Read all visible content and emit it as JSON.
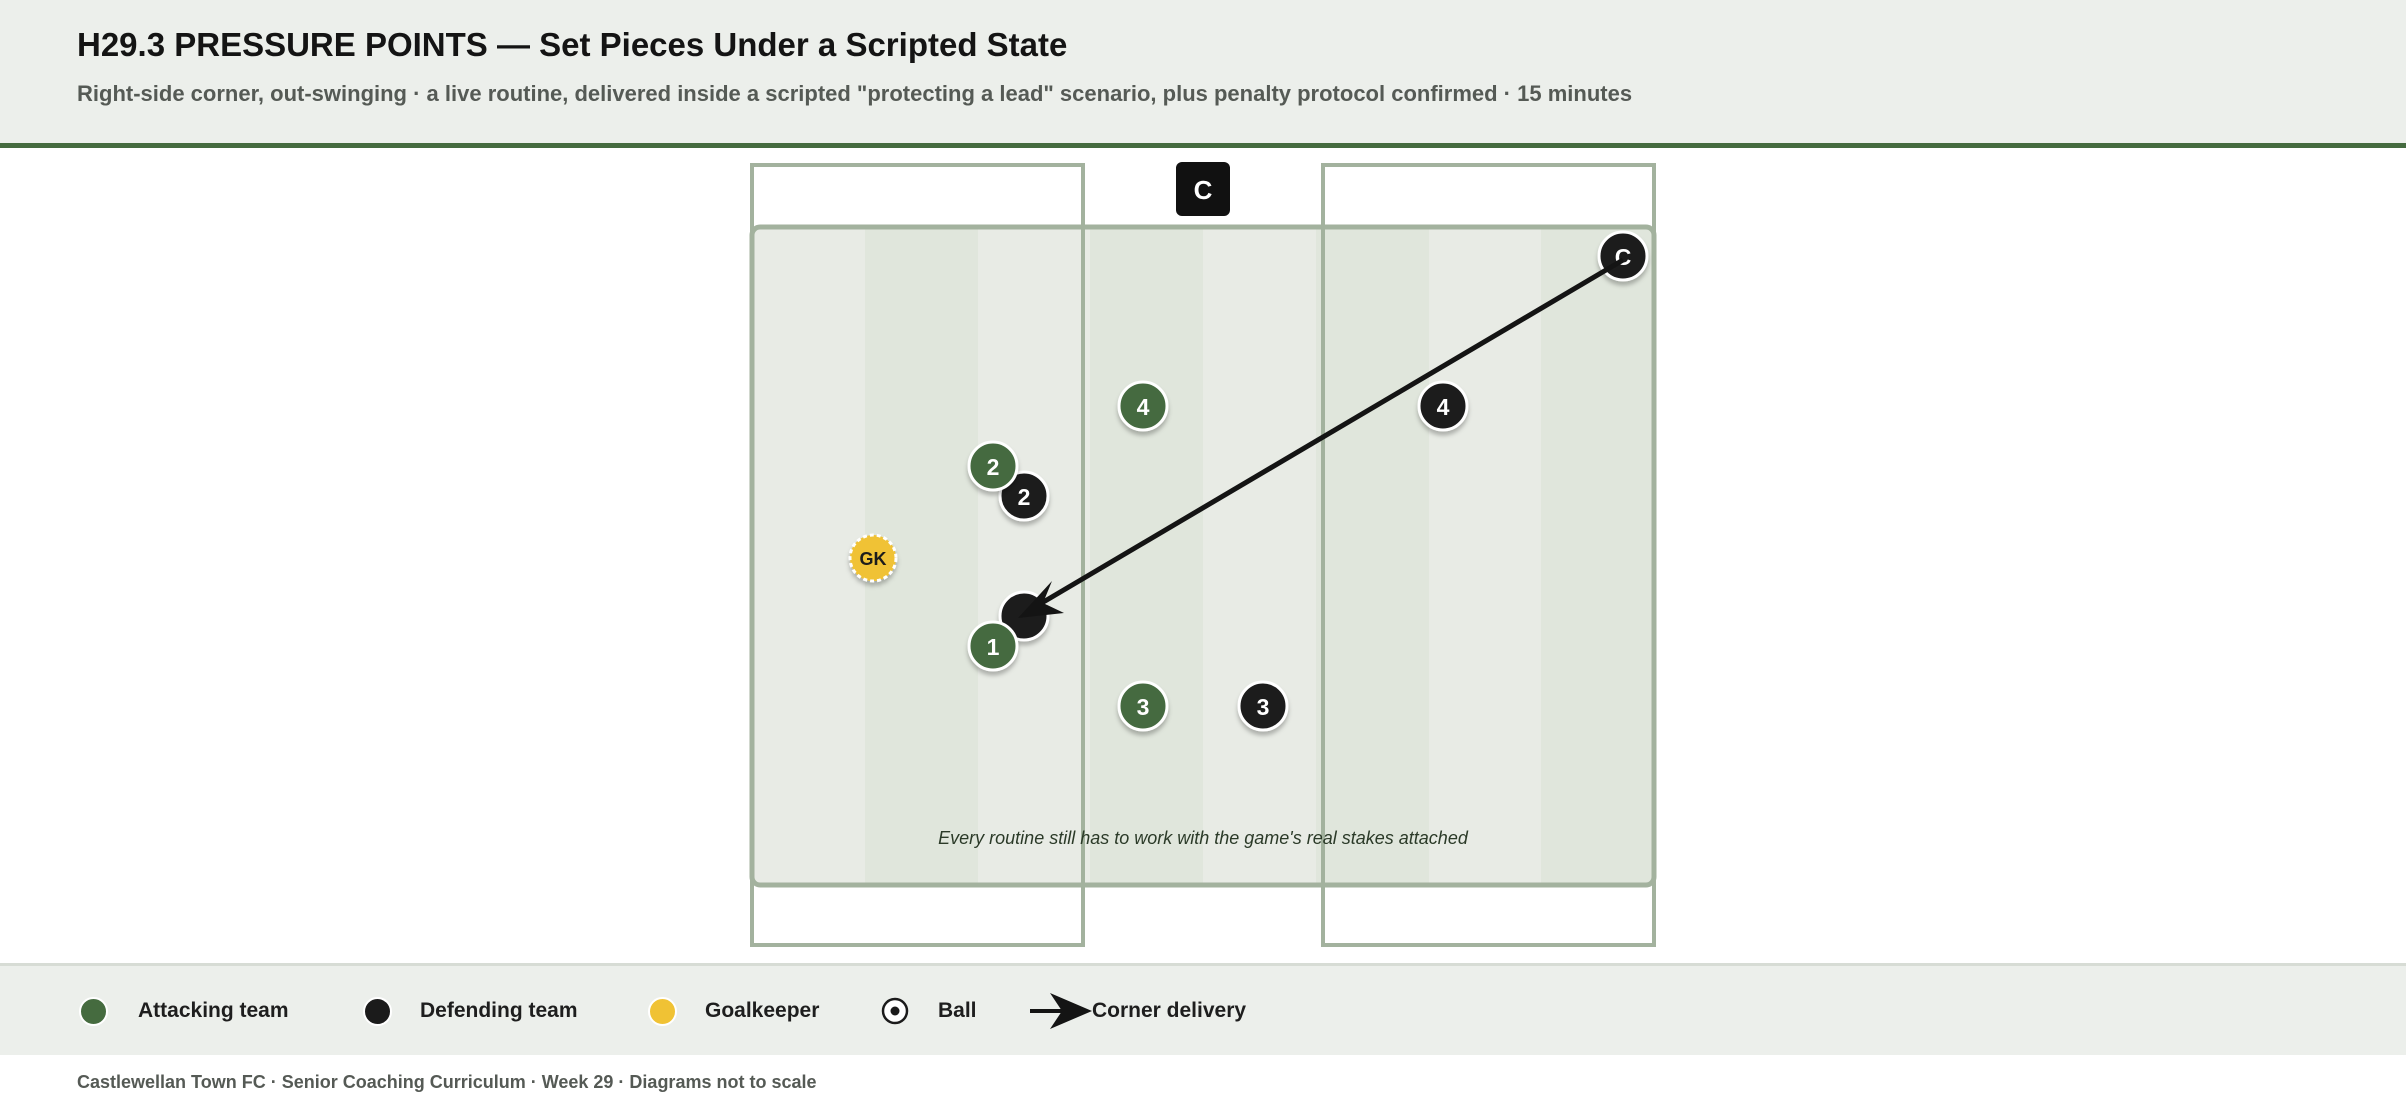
{
  "header": {
    "title": "H29.3 PRESSURE POINTS — Set Pieces Under a Scripted State",
    "subtitle": "Right-side corner, out-swinging · a live routine, delivered inside a scripted \"protecting a lead\" scenario, plus penalty protocol confirmed · 15 minutes"
  },
  "pitch": {
    "coach_label": "C",
    "caption": "Every routine still has to work with the game's real stakes attached",
    "goalkeeper_label": "GK",
    "attackers": [
      {
        "label": "4"
      },
      {
        "label": "2"
      },
      {
        "label": "1"
      },
      {
        "label": "3"
      }
    ],
    "defenders": [
      {
        "label": "C"
      },
      {
        "label": "4"
      },
      {
        "label": "2"
      },
      {
        "label": "3"
      },
      {
        "label": ""
      }
    ]
  },
  "legend": {
    "attacking": "Attacking team",
    "defending": "Defending team",
    "goalkeeper": "Goalkeeper",
    "ball": "Ball",
    "delivery": "Corner delivery"
  },
  "footer": {
    "text": "Castlewellan Town FC · Senior Coaching Curriculum · Week 29 · Diagrams not to scale"
  },
  "colors": {
    "attacking": "#456b3f",
    "defending": "#1b1b1b",
    "goalkeeper": "#f0c234",
    "pitch": "#e8ebe5",
    "pitch_line": "#a3b29e",
    "accent": "#456b3f"
  }
}
